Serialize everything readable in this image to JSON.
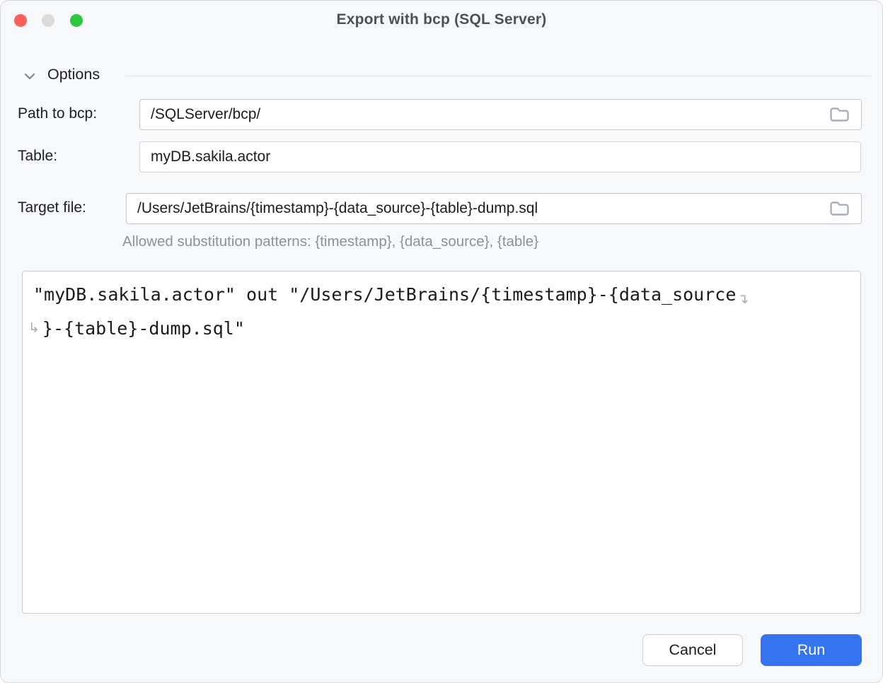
{
  "window": {
    "title": "Export with bcp (SQL Server)"
  },
  "options_section": {
    "label": "Options",
    "expanded": true
  },
  "fields": {
    "path_to_bcp": {
      "label": "Path to bcp:",
      "value": "/SQLServer/bcp/"
    },
    "table": {
      "label": "Table:",
      "value": "myDB.sakila.actor"
    },
    "target_file": {
      "label": "Target file:",
      "value": "/Users/JetBrains/{timestamp}-{data_source}-{table}-dump.sql",
      "hint": "Allowed substitution patterns: {timestamp}, {data_source}, {table}"
    }
  },
  "command_preview": {
    "full_text": "\"myDB.sakila.actor\" out \"/Users/JetBrains/{timestamp}-{data_source}-{table}-dump.sql\"",
    "line1": "\"myDB.sakila.actor\" out \"/Users/JetBrains/{timestamp}-{data_source",
    "line2": "}-{table}-dump.sql\""
  },
  "icons": {
    "soft_wrap_end": "↴",
    "soft_wrap_continuation": "↳",
    "folder": "folder-outline",
    "chevron": "chevron-down"
  },
  "buttons": {
    "cancel": "Cancel",
    "run": "Run"
  },
  "colors": {
    "accent_blue": "#3574F0",
    "traffic_close": "#FE5F57",
    "traffic_minimize": "#DBDBDB",
    "traffic_zoom": "#2BC840",
    "window_bg": "#F7F8FA",
    "hint_gray": "#8E9199"
  }
}
